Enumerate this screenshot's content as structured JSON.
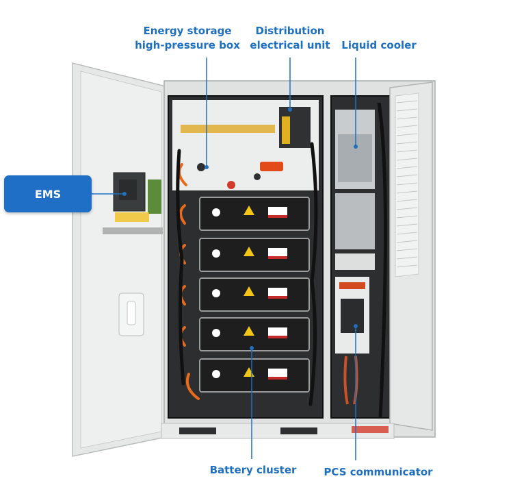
{
  "labels": {
    "energy_storage_box": [
      "Energy storage",
      "high-pressure box"
    ],
    "distribution_unit": [
      "Distribution",
      "electrical unit"
    ],
    "liquid_cooler": "Liquid cooler",
    "ems": "EMS",
    "battery_cluster": "Battery cluster",
    "pcs_communicator": "PCS communicator"
  },
  "colors": {
    "accent": "#1f6fbf",
    "ems_box": "#1f6fc6",
    "cabinet": "#e9ebea",
    "battery_module": "#1e1e1e",
    "cable_orange": "#e86a1c",
    "warning_yellow": "#f3c515"
  },
  "battery_module_count": 5
}
